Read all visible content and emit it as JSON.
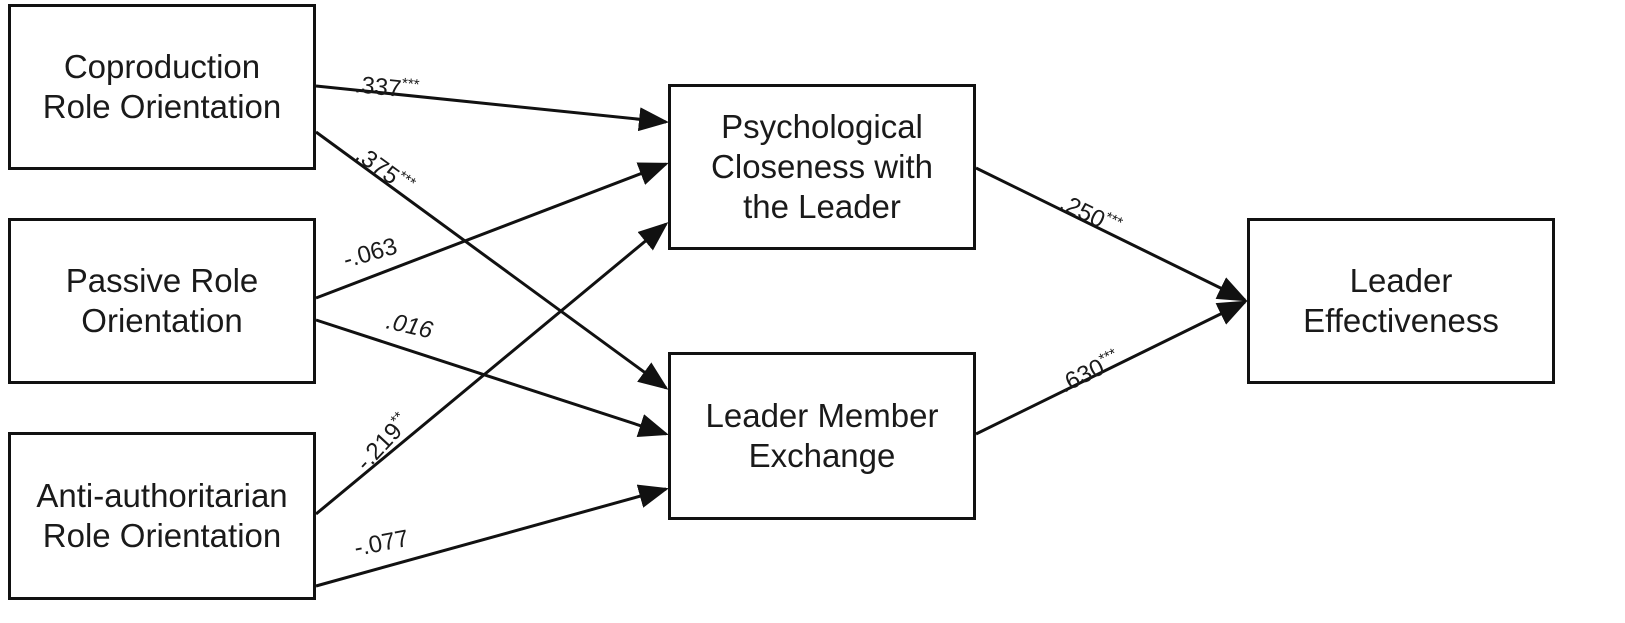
{
  "diagram": {
    "nodes": {
      "coproduction": {
        "line1": "Coproduction",
        "line2": "Role Orientation"
      },
      "passive": {
        "line1": "Passive Role",
        "line2": "Orientation"
      },
      "anti": {
        "line1": "Anti-authoritarian",
        "line2": "Role Orientation"
      },
      "psych": {
        "line1": "Psychological",
        "line2": "Closeness with",
        "line3": "the Leader"
      },
      "lmx": {
        "line1": "Leader Member",
        "line2": "Exchange"
      },
      "effect": {
        "line1": "Leader",
        "line2": "Effectiveness"
      }
    },
    "paths": [
      {
        "id": "copro-psych",
        "from": "coproduction",
        "to": "psych",
        "coefficient": ".337",
        "significance": "***"
      },
      {
        "id": "copro-lmx",
        "from": "coproduction",
        "to": "lmx",
        "coefficient": ".375",
        "significance": "***"
      },
      {
        "id": "passive-psych",
        "from": "passive",
        "to": "psych",
        "coefficient": "-.063",
        "significance": ""
      },
      {
        "id": "passive-lmx",
        "from": "passive",
        "to": "lmx",
        "coefficient": ".016",
        "significance": ""
      },
      {
        "id": "anti-psych",
        "from": "anti",
        "to": "psych",
        "coefficient": "-.219",
        "significance": "**"
      },
      {
        "id": "anti-lmx",
        "from": "anti",
        "to": "lmx",
        "coefficient": "-.077",
        "significance": ""
      },
      {
        "id": "psych-effect",
        "from": "psych",
        "to": "effect",
        "coefficient": ".250",
        "significance": "***"
      },
      {
        "id": "lmx-effect",
        "from": "lmx",
        "to": "effect",
        "coefficient": ".630",
        "significance": "***"
      }
    ]
  }
}
